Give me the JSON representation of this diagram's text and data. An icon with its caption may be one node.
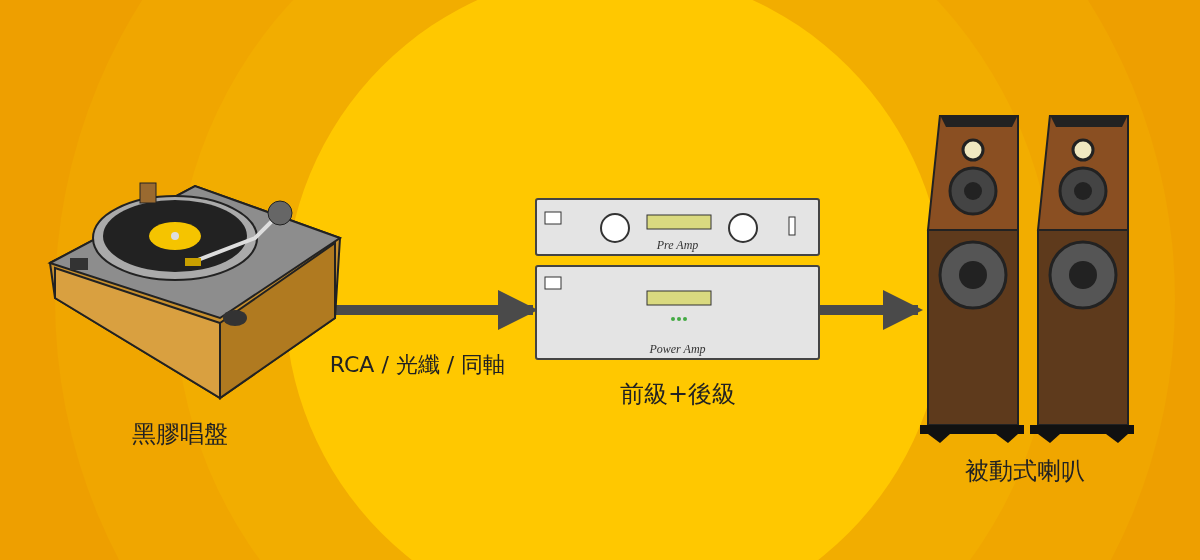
{
  "diagram": {
    "nodes": [
      {
        "text": [],
        "shape": "picture",
        "beside": [
          "黑膠唱盤"
        ]
      },
      {
        "text": [],
        "shape": "picture",
        "beside": [
          "前級+後級"
        ]
      },
      {
        "text": [
          "Pre Amp"
        ],
        "in": 1
      },
      {
        "text": [
          "Power Amp"
        ],
        "in": 1
      },
      {
        "text": [],
        "shape": "picture",
        "beside": [
          "被動式喇叭"
        ]
      }
    ],
    "edges": [
      {
        "from": 0,
        "to": 3,
        "arrow": "to",
        "label": "RCA / 光纖 / 同軸"
      },
      {
        "from": 3,
        "to": 4,
        "arrow": "to"
      }
    ]
  }
}
